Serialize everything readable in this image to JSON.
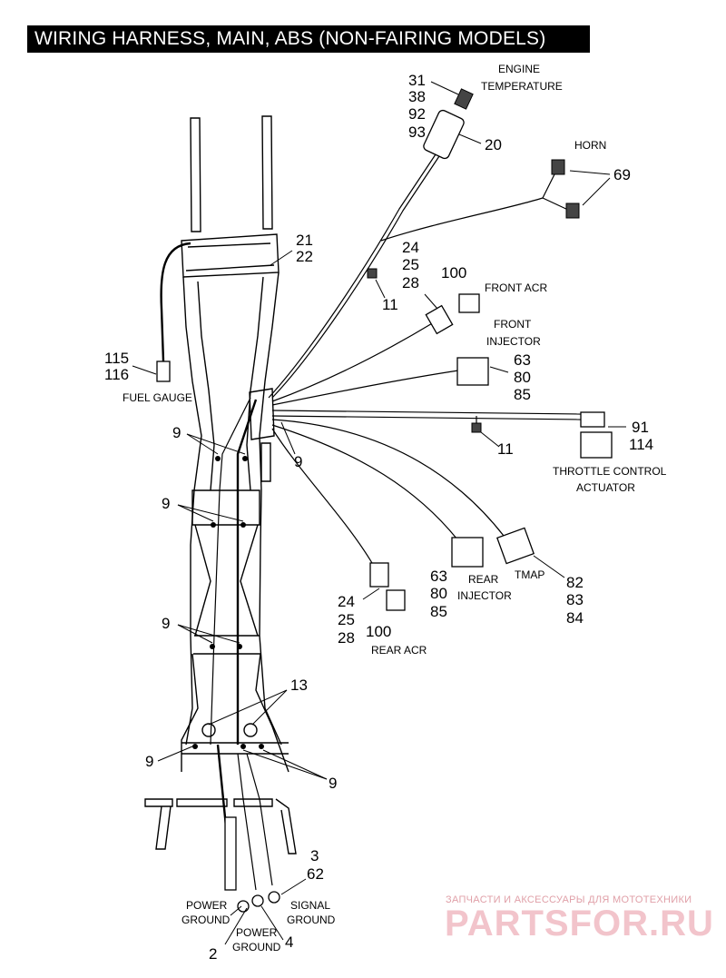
{
  "title": "WIRING HARNESS, MAIN, ABS (NON-FAIRING MODELS)",
  "callouts": {
    "engine_temp_nums": [
      "31",
      "38",
      "92",
      "93"
    ],
    "engine_temp_label": [
      "ENGINE",
      "TEMPERATURE"
    ],
    "n20": "20",
    "horn_label": "HORN",
    "n69": "69",
    "n21_22": [
      "21",
      "22"
    ],
    "n24_25_28_top": [
      "24",
      "25",
      "28"
    ],
    "n100_top": "100",
    "front_acr_label": "FRONT ACR",
    "n11_top": "11",
    "front_injector_label": [
      "FRONT",
      "INJECTOR"
    ],
    "n63_80_85_top": [
      "63",
      "80",
      "85"
    ],
    "n115_116": [
      "115",
      "116"
    ],
    "fuel_gauge_label": "FUEL GAUGE",
    "n91_114": [
      "91",
      "114"
    ],
    "n11_mid": "11",
    "throttle_label": [
      "THROTTLE CONTROL",
      "ACTUATOR"
    ],
    "n9": "9",
    "n63_80_85_rear": [
      "63",
      "80",
      "85"
    ],
    "rear_injector_label": [
      "REAR",
      "INJECTOR"
    ],
    "tmap_label": "TMAP",
    "n82_83_84": [
      "82",
      "83",
      "84"
    ],
    "n24_25_28_rear": [
      "24",
      "25",
      "28"
    ],
    "n100_rear": "100",
    "rear_acr_label": "REAR ACR",
    "n13": "13",
    "n3_62": [
      "3",
      "62"
    ],
    "power_ground_left": [
      "POWER",
      "GROUND"
    ],
    "signal_ground": [
      "SIGNAL",
      "GROUND"
    ],
    "power_ground_mid": [
      "POWER",
      "GROUND"
    ],
    "n2": "2",
    "n4": "4"
  },
  "watermark": {
    "tagline": "ЗАПЧАСТИ И АКСЕССУАРЫ ДЛЯ МОТОТЕХНИКИ",
    "brand": "PARTSFOR.RU"
  }
}
